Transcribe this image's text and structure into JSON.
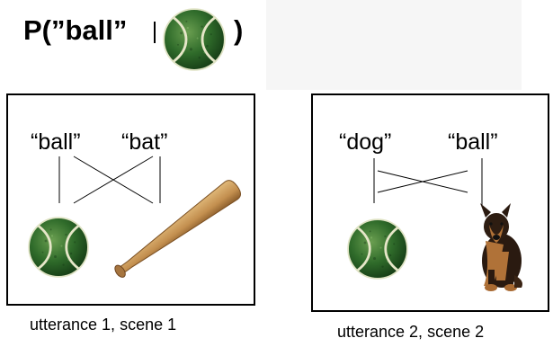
{
  "header": {
    "formula_prefix": "P(”ball”",
    "formula_suffix": ")",
    "formula_ball_icon": "tennis-ball-icon"
  },
  "scenes": [
    {
      "words": [
        "“ball”",
        "“bat”"
      ],
      "objects": [
        "tennis-ball-icon",
        "baseball-bat-icon"
      ],
      "caption": "utterance 1, scene 1"
    },
    {
      "words": [
        "“dog”",
        "“ball”"
      ],
      "objects": [
        "tennis-ball-icon",
        "dog-icon"
      ],
      "caption": "utterance 2, scene 2"
    }
  ],
  "colors": {
    "ball_dark": "#1c4a1a",
    "ball_mid": "#2f6b2a",
    "ball_light": "#5e9446",
    "ball_seam": "#e6e6c8",
    "bat_wood": "#c89a5a",
    "dog_fur_dark": "#2a1a10",
    "dog_fur_tan": "#b07238",
    "header_band": "#f6f6f6"
  }
}
